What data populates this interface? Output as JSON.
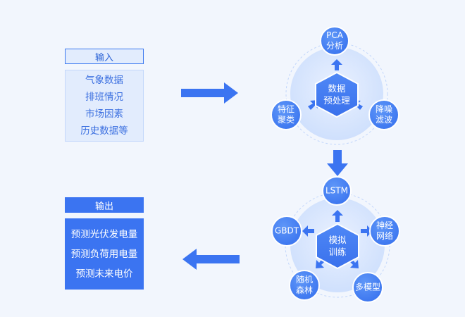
{
  "input": {
    "title": "输入",
    "items": [
      "气象数据",
      "排班情况",
      "市场因素",
      "历史数据等"
    ]
  },
  "output": {
    "title": "输出",
    "items": [
      "预测光伏发电量",
      "预测负荷用电量",
      "预测未来电价"
    ]
  },
  "cluster_top": {
    "center": [
      "数据",
      "预处理"
    ],
    "nodes": {
      "pca": [
        "PCA",
        "分析"
      ],
      "feature": [
        "特征",
        "聚类"
      ],
      "denoise": [
        "降噪",
        "滤波"
      ]
    }
  },
  "cluster_bottom": {
    "center": [
      "模拟",
      "训练"
    ],
    "nodes": {
      "lstm": [
        "LSTM"
      ],
      "gbdt": [
        "GBDT"
      ],
      "nn": [
        "神经",
        "网络"
      ],
      "rf": [
        "随机",
        "森林"
      ],
      "multi": [
        "多模型"
      ]
    }
  },
  "colors": {
    "primary": "#3b74f1",
    "node": "#4a86f5",
    "light_panel": "#e2ecfd",
    "ring": "#c2d6fb"
  }
}
